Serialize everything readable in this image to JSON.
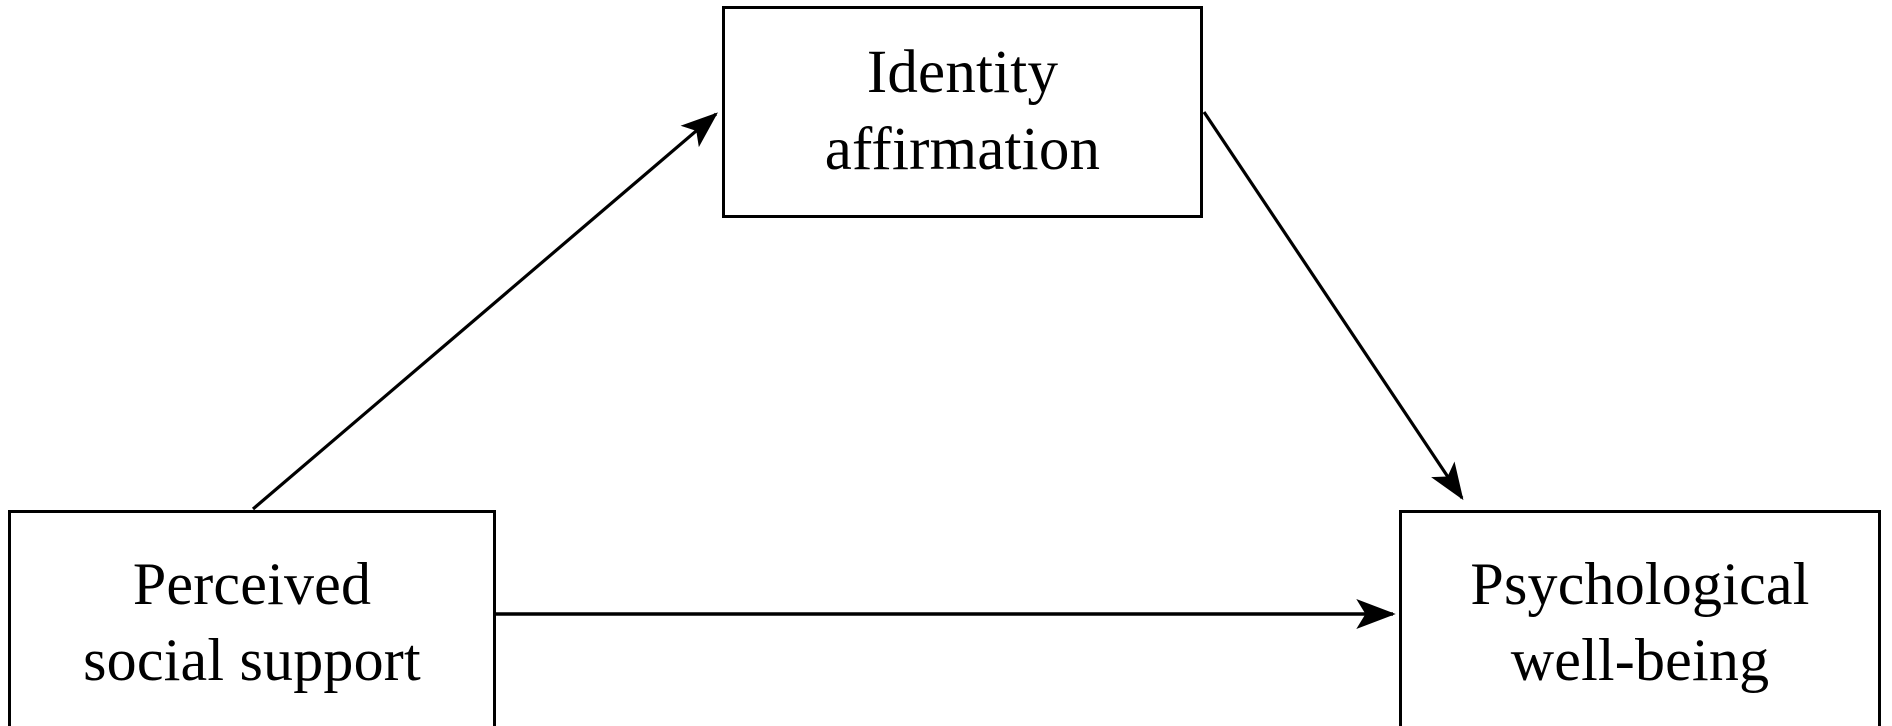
{
  "figure": {
    "type": "mediation-model-diagram",
    "background_color": "#ffffff",
    "stroke_color": "#000000",
    "text_color": "#000000"
  },
  "nodes": {
    "mediator": {
      "name": "identity-affirmation",
      "line1": "Identity",
      "line2": "affirmation"
    },
    "predictor": {
      "name": "perceived-social-support",
      "line1": "Perceived",
      "line2": "social support"
    },
    "outcome": {
      "name": "psychological-well-being",
      "line1": "Psychological",
      "line2": "well-being"
    }
  },
  "edges": [
    {
      "id": "predictor-to-mediator",
      "from": "perceived-social-support",
      "to": "identity-affirmation",
      "label": "",
      "style": "solid-arrow",
      "direction": "diagonal-up-right"
    },
    {
      "id": "mediator-to-outcome",
      "from": "identity-affirmation",
      "to": "psychological-well-being",
      "label": "",
      "style": "solid-arrow",
      "direction": "diagonal-down-right"
    },
    {
      "id": "predictor-to-outcome",
      "from": "perceived-social-support",
      "to": "psychological-well-being",
      "label": "",
      "style": "solid-arrow",
      "direction": "horizontal-right"
    }
  ]
}
